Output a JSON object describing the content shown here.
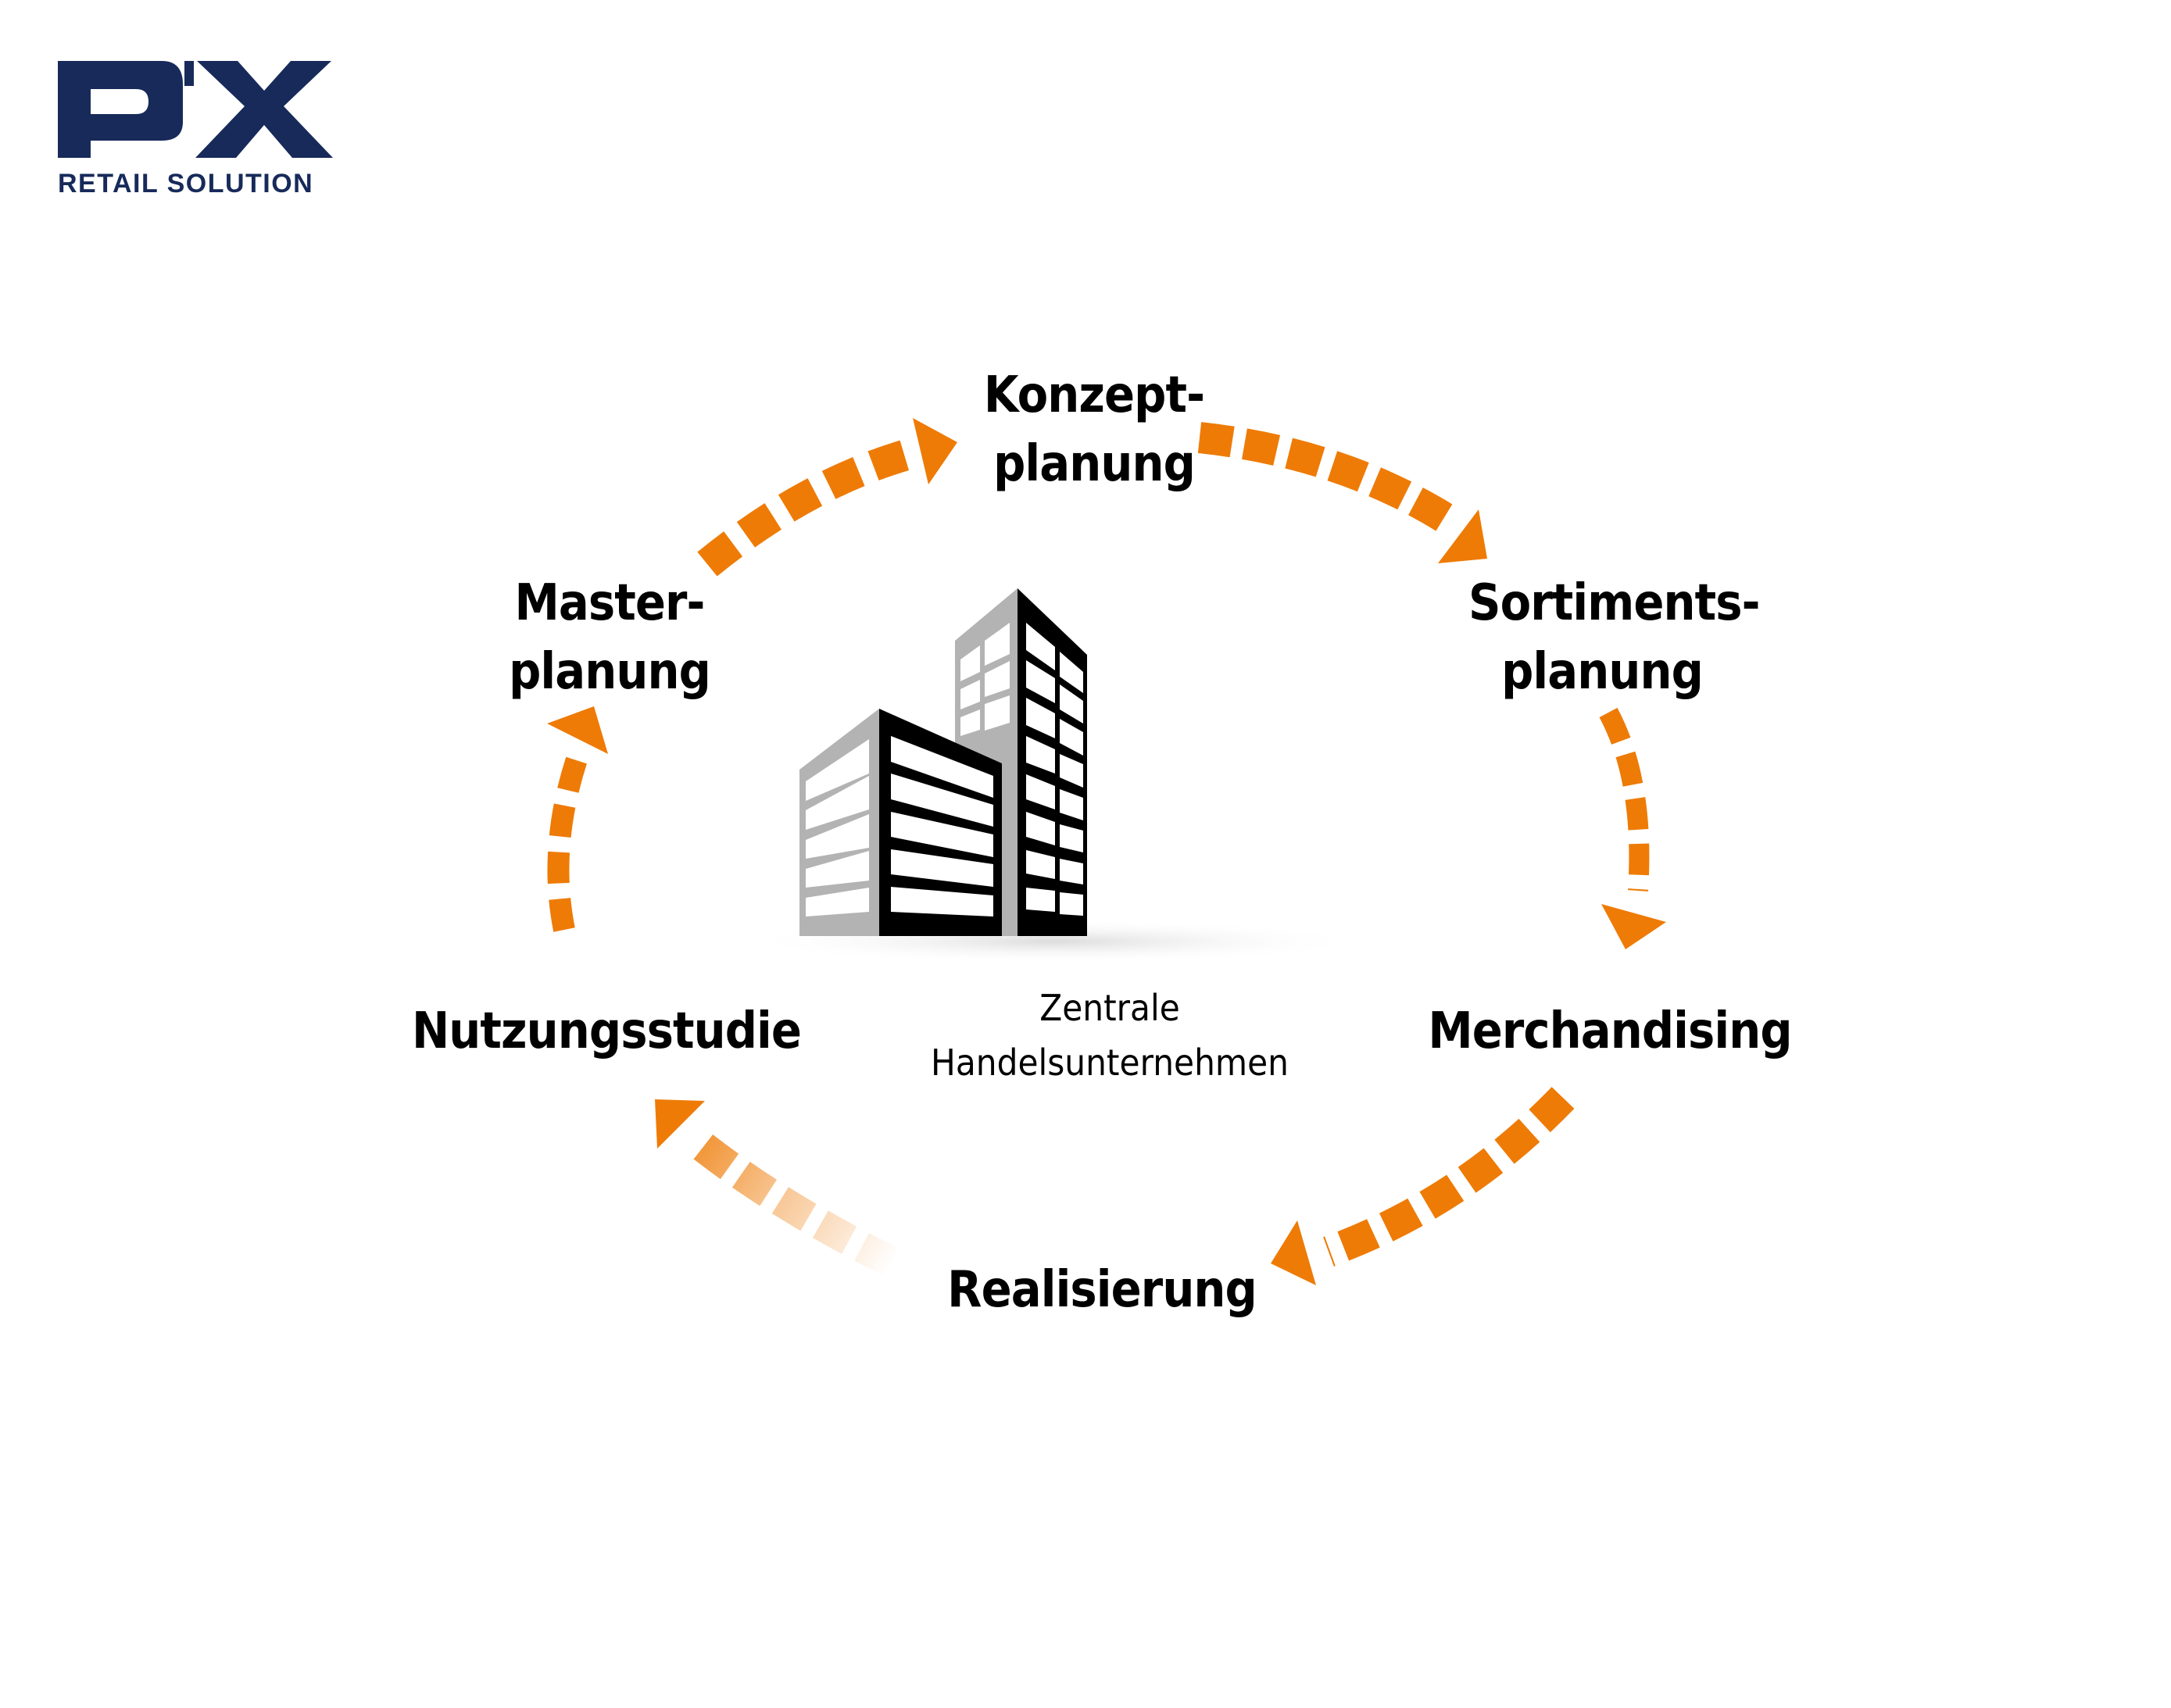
{
  "brand": {
    "logo_mark": "P'X",
    "logo_subtitle": "RETAIL SOLUTION",
    "color": "#172a5a"
  },
  "diagram": {
    "type": "cycle",
    "accent_color": "#ee7b06",
    "center": {
      "icon": "office-buildings-icon",
      "line1": "Zentrale",
      "line2": "Handelsunternehmen"
    },
    "steps": [
      {
        "id": "nutzungsstudie",
        "line1": "Nutzungsstudie",
        "line2": ""
      },
      {
        "id": "masterplanung",
        "line1": "Master-",
        "line2": "planung"
      },
      {
        "id": "konzeptplanung",
        "line1": "Konzept-",
        "line2": "planung"
      },
      {
        "id": "sortimentsplanung",
        "line1": "Sortiments-",
        "line2": "planung"
      },
      {
        "id": "merchandising",
        "line1": "Merchandising",
        "line2": ""
      },
      {
        "id": "realisierung",
        "line1": "Realisierung",
        "line2": ""
      }
    ],
    "arrows": [
      {
        "from": "Nutzungsstudie",
        "to": "Master-planung"
      },
      {
        "from": "Master-planung",
        "to": "Konzept-planung"
      },
      {
        "from": "Konzept-planung",
        "to": "Sortiments-planung"
      },
      {
        "from": "Sortiments-planung",
        "to": "Merchandising"
      },
      {
        "from": "Merchandising",
        "to": "Realisierung"
      },
      {
        "from": "Realisierung",
        "to": "Nutzungsstudie",
        "style": "fading"
      }
    ]
  }
}
